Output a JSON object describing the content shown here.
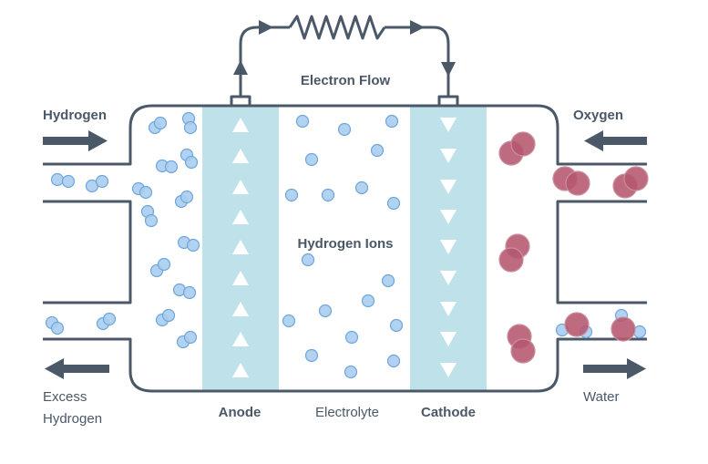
{
  "labels": {
    "electron_flow": "Electron Flow",
    "hydrogen": "Hydrogen",
    "oxygen": "Oxygen",
    "hydrogen_ions": "Hydrogen Ions",
    "anode": "Anode",
    "electrolyte": "Electrolyte",
    "cathode": "Cathode",
    "excess_hydrogen_line1": "Excess",
    "excess_hydrogen_line2": "Hydrogen",
    "water": "Water"
  },
  "colors": {
    "outline": "#4a5868",
    "electrode": "#bfe2ea",
    "hydrogen_fill": "#a9cdee",
    "hydrogen_stroke": "#6fa6dc",
    "oxygen_fill": "#b5566e",
    "oxygen_stroke": "#c8909f",
    "label": "#4a5868"
  },
  "icons": [
    "arrow-right-icon",
    "arrow-left-icon",
    "triangle-up-icon",
    "triangle-down-icon",
    "resistor-icon"
  ]
}
